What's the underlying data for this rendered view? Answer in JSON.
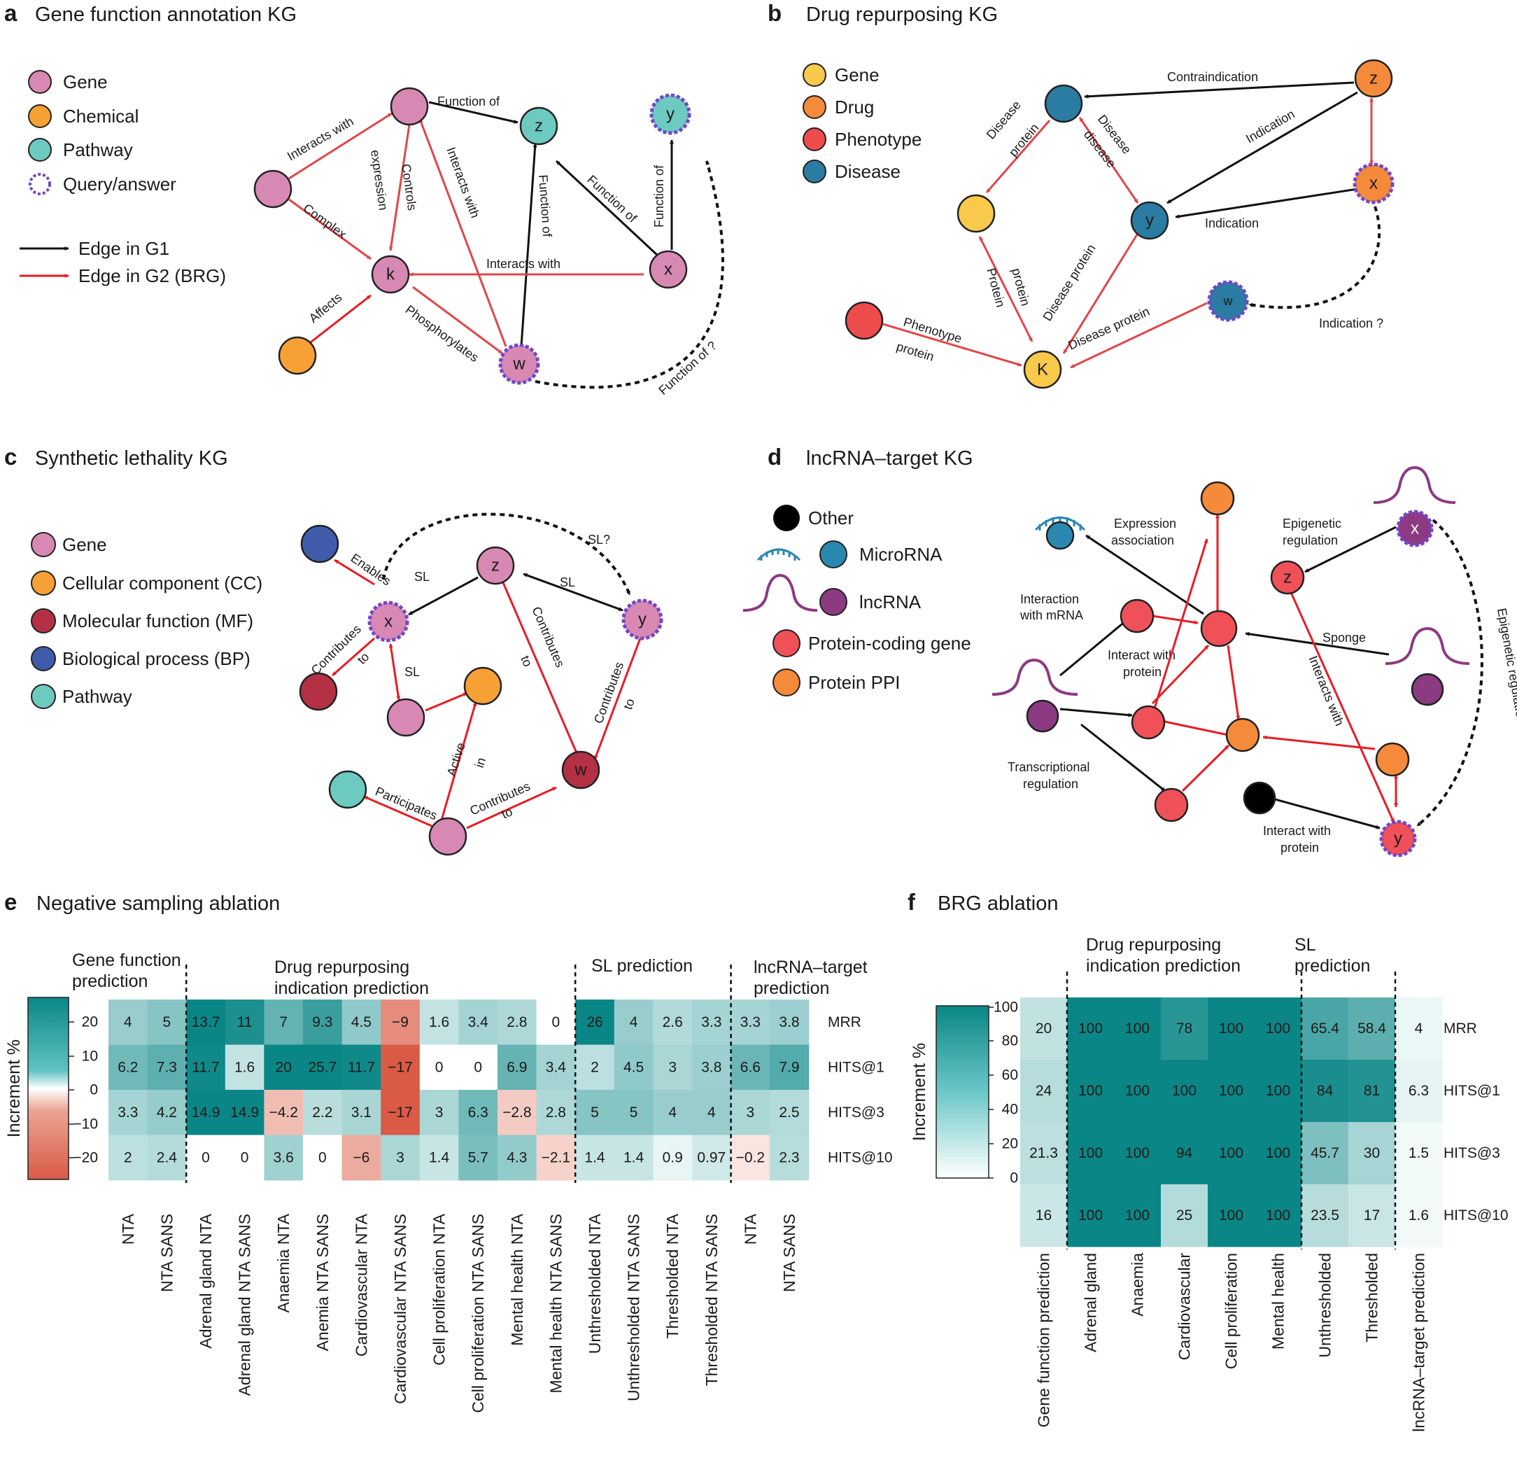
{
  "colors": {
    "gene": "#d889b3",
    "chemical": "#f7a035",
    "pathway": "#6dcac0",
    "drug_gene": "#f8c94a",
    "drug": "#f58a3a",
    "phenotype": "#ee4b4d",
    "disease": "#2a7ca3",
    "cc": "#f7a035",
    "mf": "#b43145",
    "bp": "#3f5ba9",
    "other": "#000000",
    "microrna": "#2a88b0",
    "lncrna": "#8c3a82",
    "protein_coding": "#f05158",
    "protein_ppi": "#f58a3a",
    "query_outline": "#7048c8",
    "edge_g1": "#111111",
    "edge_g2": "#e0464a",
    "edge_red": "#e81c24",
    "heat_high": "#0a8686",
    "heat_neg": "#d95a45"
  },
  "panel_a": {
    "label": "a",
    "title": "Gene function annotation KG",
    "legend": [
      "Gene",
      "Chemical",
      "Pathway",
      "Query/answer"
    ],
    "edge_legend": [
      "Edge in G1",
      "Edge in G2 (BRG)"
    ],
    "nodes": {
      "z": "z",
      "y": "y",
      "k": "k",
      "x": "x",
      "w": "w"
    },
    "edges": {
      "interacts_with_1": "Interacts with",
      "function_of_top": "Function of",
      "complex": "Complex",
      "controls": "Controls",
      "expression": "expression",
      "interacts_with_diag": "Interacts with",
      "function_of_w": "Function of",
      "function_of_x": "Function of",
      "function_of_y": "Function of",
      "interacts_with_kx": "Interacts with",
      "affects": "Affects",
      "phosphorylates": "Phosphorylates",
      "function_of_q": "Function of ?"
    }
  },
  "panel_b": {
    "label": "b",
    "title": "Drug repurposing KG",
    "legend": [
      "Gene",
      "Drug",
      "Phenotype",
      "Disease"
    ],
    "nodes": {
      "z": "z",
      "y": "y",
      "x": "x",
      "w": "w",
      "k": "K"
    },
    "edges": {
      "contraindication": "Contraindication",
      "indication_zy": "Indication",
      "indication_xy": "Indication",
      "disease_protein_1": "Disease",
      "disease_protein_2": "protein",
      "disease_disease_1": "Disease",
      "disease_disease_2": "disease",
      "protein_protein_1": "Protein",
      "protein_protein_2": "protein",
      "disease_protein_yk": "Disease protein",
      "disease_protein_wk": "Disease protein",
      "phenotype_protein_1": "Phenotype",
      "phenotype_protein_2": "protein",
      "indication_q": "Indication ?"
    }
  },
  "panel_c": {
    "label": "c",
    "title": "Synthetic lethality KG",
    "legend": [
      "Gene",
      "Cellular component (CC)",
      "Molecular function (MF)",
      "Biological process (BP)",
      "Pathway"
    ],
    "nodes": {
      "z": "z",
      "x": "x",
      "y": "y",
      "w": "w"
    },
    "edges": {
      "enables": "Enables",
      "sl_zx": "SL",
      "sl_zy": "SL",
      "sl_q": "SL?",
      "contributes_1": "Contributes",
      "to_1": "to",
      "sl_x_gene": "SL",
      "contributes_zw": "Contributes",
      "to_zw": "to",
      "contributes_yw": "Contributes",
      "to_yw": "to",
      "active": "Active",
      "in": "in",
      "participates": "Participates",
      "contributes_bw": "Contributes",
      "to_bw": "to"
    }
  },
  "panel_d": {
    "label": "d",
    "title": "lncRNA–target KG",
    "legend": [
      "Other",
      "MicroRNA",
      "lncRNA",
      "Protein-coding gene",
      "Protein PPI"
    ],
    "nodes": {
      "z": "z",
      "x": "x",
      "y": "y"
    },
    "edges": {
      "expression_1": "Expression",
      "expression_2": "association",
      "epigenetic_1": "Epigenetic",
      "epigenetic_2": "regulation",
      "interaction_1": "Interaction",
      "interaction_2": "with mRNA",
      "interact_protein_1": "Interact with",
      "interact_protein_2": "protein",
      "sponge": "Sponge",
      "interacts_with": "Interacts with",
      "transcriptional_1": "Transcriptional",
      "transcriptional_2": "regulation",
      "interact_protein_b1": "Interact with",
      "interact_protein_b2": "protein",
      "epigenetic_q": "Epigenetic regulation ?"
    }
  },
  "panel_e": {
    "label": "e",
    "title": "Negative sampling ablation",
    "colorbar_title": "Increment %",
    "colorbar_ticks": [
      "20",
      "10",
      "0",
      "−10",
      "−20"
    ],
    "groups": [
      [
        "Gene function",
        "prediction"
      ],
      [
        "Drug repurposing",
        "indication prediction"
      ],
      [
        "SL prediction"
      ],
      [
        "lncRNA–target",
        "prediction"
      ]
    ],
    "rows": [
      "MRR",
      "HITS@1",
      "HITS@3",
      "HITS@10"
    ],
    "columns": [
      "NTA",
      "NTA SANS",
      "Adrenal gland NTA",
      "Adrenal gland NTA SANS",
      "Anaemia NTA",
      "Anemia NTA SANS",
      "Cardiovascular NTA",
      "Cardiovascular NTA SANS",
      "Cell proliferation NTA",
      "Cell proliferation NTA SANS",
      "Mental health NTA",
      "Mental health NTA SANS",
      "Unthresholded NTA",
      "Unthresholded NTA SANS",
      "Thresholded NTA",
      "Thresholded NTA SANS",
      "NTA",
      "NTA SANS"
    ],
    "values": [
      [
        4,
        5,
        13.7,
        11,
        7,
        9.3,
        4.5,
        -9,
        1.6,
        3.4,
        2.8,
        0,
        26,
        4,
        2.6,
        3.3,
        3.3,
        3.8
      ],
      [
        6.2,
        7.3,
        11.7,
        1.6,
        20,
        25.7,
        11.7,
        -17,
        0,
        0,
        6.9,
        3.4,
        2,
        4.5,
        3,
        3.8,
        6.6,
        7.9
      ],
      [
        3.3,
        4.2,
        14.9,
        14.9,
        -4.2,
        2.2,
        3.1,
        -17,
        3,
        6.3,
        -2.8,
        2.8,
        5,
        5,
        4,
        4,
        3,
        2.5
      ],
      [
        2,
        2.4,
        0,
        0,
        3.6,
        0,
        -6,
        3,
        1.4,
        5.7,
        4.3,
        -2.1,
        1.4,
        1.4,
        0.9,
        0.97,
        -0.2,
        2.3
      ]
    ],
    "display": [
      [
        "4",
        "5",
        "13.7",
        "11",
        "7",
        "9.3",
        "4.5",
        "−9",
        "1.6",
        "3.4",
        "2.8",
        "0",
        "26",
        "4",
        "2.6",
        "3.3",
        "3.3",
        "3.8"
      ],
      [
        "6.2",
        "7.3",
        "11.7",
        "1.6",
        "20",
        "25.7",
        "11.7",
        "−17",
        "0",
        "0",
        "6.9",
        "3.4",
        "2",
        "4.5",
        "3",
        "3.8",
        "6.6",
        "7.9"
      ],
      [
        "3.3",
        "4.2",
        "14.9",
        "14.9",
        "−4.2",
        "2.2",
        "3.1",
        "−17",
        "3",
        "6.3",
        "−2.8",
        "2.8",
        "5",
        "5",
        "4",
        "4",
        "3",
        "2.5"
      ],
      [
        "2",
        "2.4",
        "0",
        "0",
        "3.6",
        "0",
        "−6",
        "3",
        "1.4",
        "5.7",
        "4.3",
        "−2.1",
        "1.4",
        "1.4",
        "0.9",
        "0.97",
        "−0.2",
        "2.3"
      ]
    ]
  },
  "panel_f": {
    "label": "f",
    "title": "BRG ablation",
    "colorbar_title": "Increment %",
    "colorbar_ticks": [
      "100",
      "80",
      "60",
      "40",
      "20",
      "0"
    ],
    "groups": [
      [
        "Drug repurposing",
        "indication prediction"
      ],
      [
        "SL",
        "prediction"
      ]
    ],
    "rows": [
      "MRR",
      "HITS@1",
      "HITS@3",
      "HITS@10"
    ],
    "columns": [
      "Gene function prediction",
      "Adrenal gland",
      "Anaemia",
      "Cardiovascular",
      "Cell proliferation",
      "Mental health",
      "Unthresholded",
      "Thresholded",
      "lncRNA–target prediction"
    ],
    "values": [
      [
        20,
        100,
        100,
        78,
        100,
        100,
        65.4,
        58.4,
        4
      ],
      [
        24,
        100,
        100,
        100,
        100,
        100,
        84,
        81,
        6.3
      ],
      [
        21.3,
        100,
        100,
        94,
        100,
        100,
        45.7,
        30,
        1.5
      ],
      [
        16,
        100,
        100,
        25,
        100,
        100,
        23.5,
        17,
        1.6
      ]
    ],
    "display": [
      [
        "20",
        "100",
        "100",
        "78",
        "100",
        "100",
        "65.4",
        "58.4",
        "4"
      ],
      [
        "24",
        "100",
        "100",
        "100",
        "100",
        "100",
        "84",
        "81",
        "6.3"
      ],
      [
        "21.3",
        "100",
        "100",
        "94",
        "100",
        "100",
        "45.7",
        "30",
        "1.5"
      ],
      [
        "16",
        "100",
        "100",
        "25",
        "100",
        "100",
        "23.5",
        "17",
        "1.6"
      ]
    ]
  }
}
